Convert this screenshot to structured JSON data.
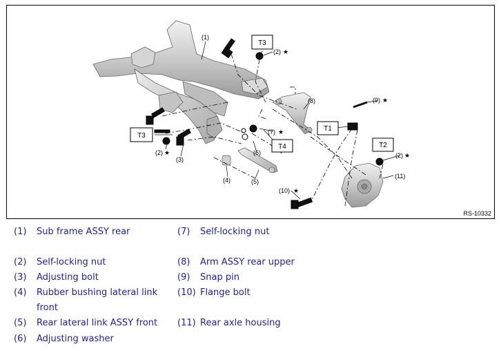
{
  "figure": {
    "code": "RS-10332",
    "callouts": [
      "(1)",
      "(2)",
      "(2)",
      "(2)",
      "(3)",
      "(4)",
      "(5)",
      "(6)",
      "(7)",
      "(8)",
      "(9)",
      "(10)",
      "(11)"
    ],
    "torque_labels": [
      "T1",
      "T2",
      "T3",
      "T3",
      "T4"
    ],
    "star": "★"
  },
  "legend": [
    {
      "num": "(1)",
      "text": "Sub frame ASSY rear"
    },
    {
      "num": "(2)",
      "text": "Self-locking nut"
    },
    {
      "num": "(3)",
      "text": "Adjusting bolt"
    },
    {
      "num": "(4)",
      "text": "Rubber bushing lateral link",
      "text2": "front"
    },
    {
      "num": "(5)",
      "text": "Rear lateral link ASSY front"
    },
    {
      "num": "(6)",
      "text": "Adjusting washer"
    },
    {
      "num": "(7)",
      "text": "Self-locking nut"
    },
    {
      "num": "(8)",
      "text": "Arm ASSY rear upper"
    },
    {
      "num": "(9)",
      "text": "Snap pin"
    },
    {
      "num": "(10)",
      "text": "Flange bolt"
    },
    {
      "num": "(11)",
      "text": "Rear axle housing"
    }
  ]
}
